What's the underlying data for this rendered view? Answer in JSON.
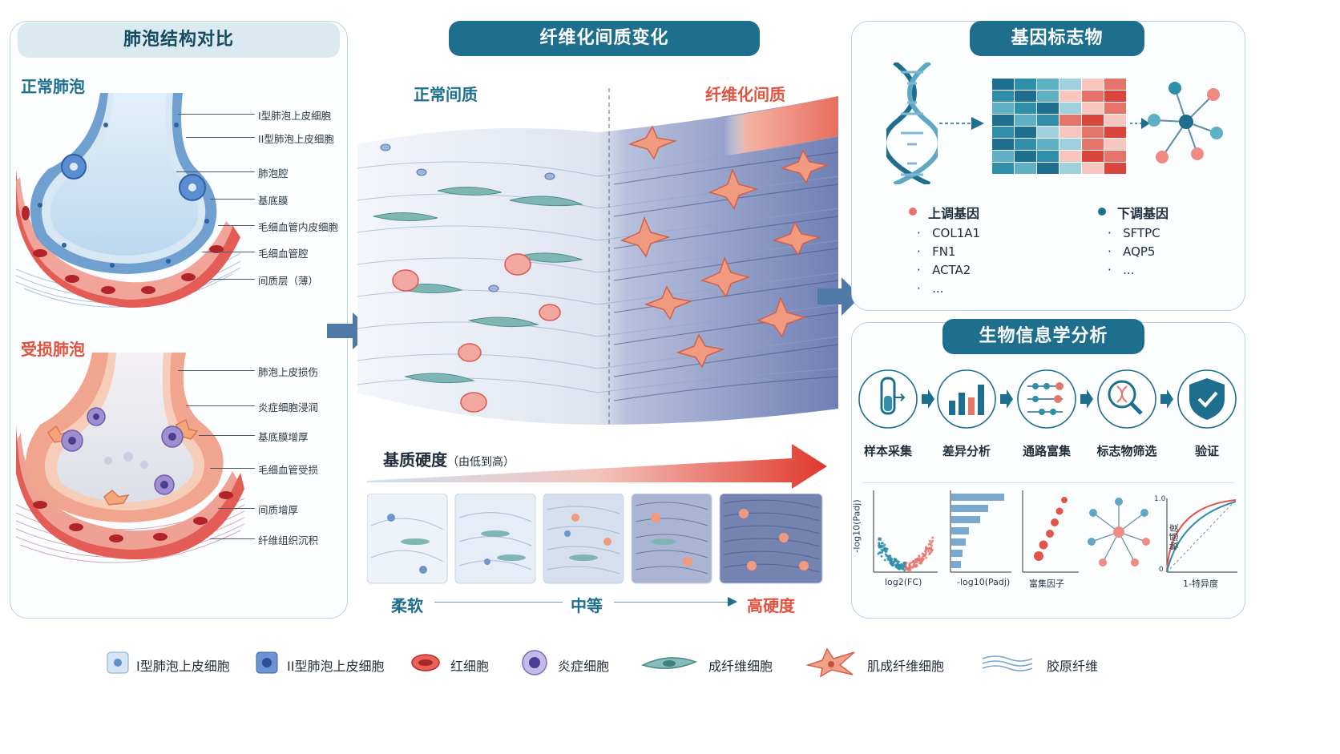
{
  "left": {
    "title": "肺泡结构对比",
    "normal": {
      "title": "正常肺泡",
      "labels": [
        "I型肺泡上皮细胞",
        "II型肺泡上皮细胞",
        "肺泡腔",
        "基底膜",
        "毛细血管内皮细胞",
        "毛细血管腔",
        "间质层（薄）"
      ]
    },
    "injured": {
      "title": "受损肺泡",
      "labels": [
        "肺泡上皮损伤",
        "炎症细胞浸润",
        "基底膜增厚",
        "毛细血管受损",
        "间质增厚",
        "纤维组织沉积"
      ]
    }
  },
  "middle": {
    "title": "纤维化间质变化",
    "normal_label": "正常间质",
    "fibrotic_label": "纤维化间质",
    "stiffness_title": "基质硬度",
    "stiffness_sub": "（由低到高）",
    "scale": {
      "soft": "柔软",
      "medium": "中等",
      "hard": "高硬度"
    }
  },
  "genes": {
    "title": "基因标志物",
    "up": {
      "title": "上调基因",
      "items": [
        "COL1A1",
        "FN1",
        "ACTA2",
        "..."
      ]
    },
    "down": {
      "title": "下调基因",
      "items": [
        "SFTPC",
        "AQP5",
        "..."
      ]
    }
  },
  "bioinfo": {
    "title": "生物信息学分析",
    "steps": [
      "样本采集",
      "差异分析",
      "通路富集",
      "标志物筛选",
      "验证"
    ],
    "plots": {
      "volcano": {
        "ylabel": "-log10(Padj)",
        "xlabel": "log2(FC)"
      },
      "bars": {
        "xlabel": "-log10(Padj)"
      },
      "dots": {
        "xlabel": "富集因子"
      },
      "roc": {
        "ylabel": "敏感度",
        "xlabel": "1-特异度",
        "ymax": "1.0",
        "ymin": "0"
      }
    }
  },
  "legend": [
    "I型肺泡上皮细胞",
    "II型肺泡上皮细胞",
    "红细胞",
    "炎症细胞",
    "成纤维细胞",
    "肌成纤维细胞",
    "胶原纤维"
  ],
  "colors": {
    "primary": "#1e6f8e",
    "up": "#e5756b",
    "down": "#1e6f8e",
    "normal_title": "#1e6f8e",
    "injured_title": "#e0533f"
  }
}
